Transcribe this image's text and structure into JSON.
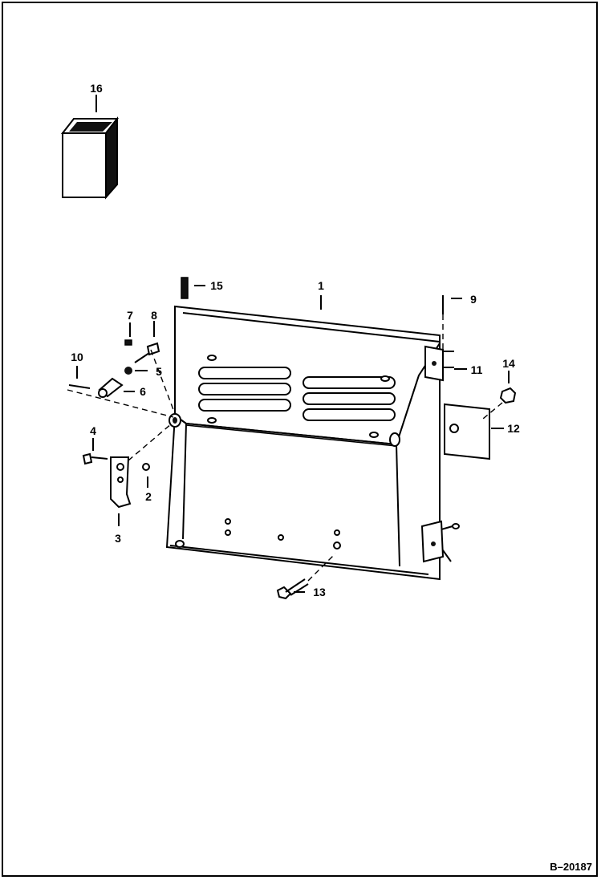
{
  "reference": "B–20187",
  "callouts": [
    {
      "id": "part-1",
      "text": "1"
    },
    {
      "id": "part-2",
      "text": "2"
    },
    {
      "id": "part-3",
      "text": "3"
    },
    {
      "id": "part-4",
      "text": "4"
    },
    {
      "id": "part-5",
      "text": "5"
    },
    {
      "id": "part-6",
      "text": "6"
    },
    {
      "id": "part-7",
      "text": "7"
    },
    {
      "id": "part-8",
      "text": "8"
    },
    {
      "id": "part-9",
      "text": "9"
    },
    {
      "id": "part-10",
      "text": "10"
    },
    {
      "id": "part-11",
      "text": "11"
    },
    {
      "id": "part-12",
      "text": "12"
    },
    {
      "id": "part-13",
      "text": "13"
    },
    {
      "id": "part-14",
      "text": "14"
    },
    {
      "id": "part-15",
      "text": "15"
    },
    {
      "id": "part-16",
      "text": "16"
    }
  ]
}
